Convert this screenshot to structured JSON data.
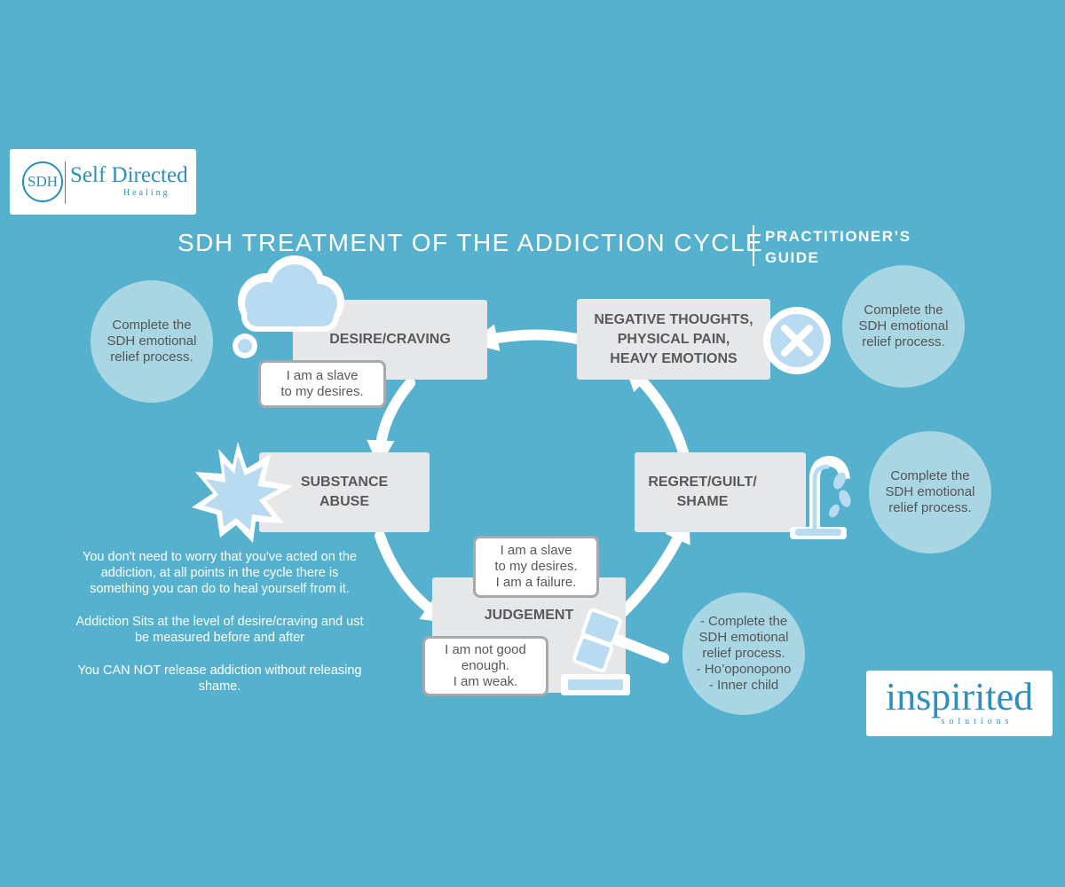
{
  "logos": {
    "sdh": {
      "initials": "SDH",
      "name": "Self Directed",
      "tagline": "Healing"
    },
    "inspirited": {
      "name": "inspirited",
      "tagline": "solutions"
    }
  },
  "header": {
    "title": "SDH TREATMENT OF THE ADDICTION CYCLE",
    "subtitle": "PRACTITIONER’S\nGUIDE"
  },
  "cycle": {
    "stages": {
      "desire": "DESIRE/CRAVING",
      "negative": "NEGATIVE THOUGHTS,\nPHYSICAL PAIN,\nHEAVY EMOTIONS",
      "substance": "SUBSTANCE\nABUSE",
      "regret": "REGRET/GUILT/\nSHAME",
      "judgement": "JUDGEMENT"
    },
    "bubbles": {
      "desire": "I am a slave\nto my desires.",
      "judgement_top": "I am a slave\nto my desires.\nI am a failure.",
      "judgement_bottom": "I am not good\nenough.\nI am weak."
    },
    "circles": {
      "top_left": "Complete the\nSDH emotional\nrelief process.",
      "top_right": "Complete the\nSDH emotional\nrelief process.",
      "mid_right": "Complete the\nSDH emotional\nrelief process.",
      "bottom": "- Complete the\nSDH emotional\nrelief process.\n- Ho’oponopono\n- Inner child"
    }
  },
  "notes": {
    "p1": "You don't need to worry that you've acted on the addiction, at all points in the cycle there is something you can do to heal yourself from it.",
    "p2": "Addiction Sits at the level of desire/craving and ust be measured before and after",
    "p3": "You CAN NOT release addiction without releasing shame."
  },
  "colors": {
    "background": "#55b1cd",
    "stage_box": "#e6e7e8",
    "circle": "#a8d6e3",
    "icon_fill": "#b9dbf2",
    "logo_blue": "#2c8fc0"
  }
}
